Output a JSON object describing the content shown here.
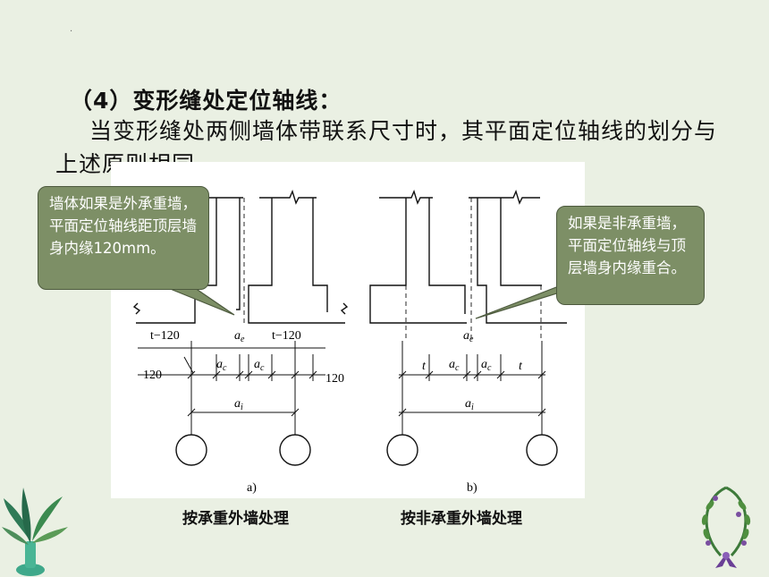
{
  "slide": {
    "dot": "·",
    "title": "（4）变形缝处定位轴线：",
    "paragraph": "当变形缝处两侧墙体带联系尺寸时，其平面定位轴线的划分与上述原则相同。"
  },
  "callouts": {
    "left": "墙体如果是外承重墙，平面定位轴线距顶层墙身内缘120mm。",
    "right": "如果是非承重墙，平面定位轴线与顶层墙身内缘重合。"
  },
  "figure": {
    "a": {
      "label_t_left": "t−120",
      "label_t_right": "t−120",
      "label_ae": "a",
      "label_ae_sub": "e",
      "label_ac_left": "a",
      "label_ac_left_sub": "c",
      "label_ac_right": "a",
      "label_ac_right_sub": "c",
      "label_120_left": "120",
      "label_120_right": "120",
      "label_ai": "a",
      "label_ai_sub": "i",
      "panel": "a)"
    },
    "b": {
      "label_ae": "a",
      "label_ae_sub": "e",
      "label_t_left": "t",
      "label_t_right": "t",
      "label_ac_left": "a",
      "label_ac_left_sub": "c",
      "label_ac_right": "a",
      "label_ac_right_sub": "c",
      "label_ai": "a",
      "label_ai_sub": "i",
      "panel": "b)"
    }
  },
  "captions": {
    "a": "按承重外墙处理",
    "b": "按非承重外墙处理"
  },
  "colors": {
    "background": "#eaf0e3",
    "callout_fill": "#7d8f66",
    "callout_border": "#4d5a3e",
    "figure_bg": "#ffffff"
  },
  "decorations": {
    "left": "fern-plant-icon",
    "right": "laurel-wreath-icon"
  }
}
